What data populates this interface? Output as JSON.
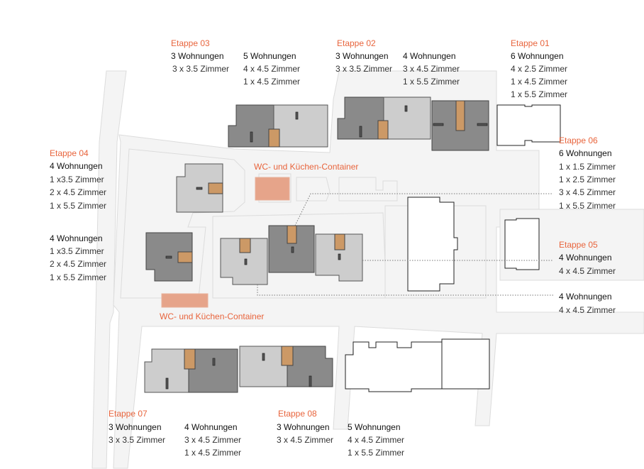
{
  "colors": {
    "accent": "#e8643c",
    "building_dark": "#8a8a8a",
    "building_light": "#cdcdcd",
    "core": "#cc9966",
    "container": "#e6a48a"
  },
  "stages": {
    "e03": {
      "title": "Etappe 03",
      "a": {
        "units": "3 Wohnungen",
        "rooms": [
          "3 x 3.5 Zimmer"
        ]
      },
      "b": {
        "units": "5 Wohnungen",
        "rooms": [
          "4 x 4.5 Zimmer",
          "1 x 4.5 Zimmer"
        ]
      }
    },
    "e02": {
      "title": "Etappe 02",
      "a": {
        "units": "3 Wohnungen",
        "rooms": [
          "3 x 3.5 Zimmer"
        ]
      },
      "b": {
        "units": "4 Wohnungen",
        "rooms": [
          "3 x 4.5 Zimmer",
          "1 x 5.5 Zimmer"
        ]
      }
    },
    "e01": {
      "title": "Etappe 01",
      "a": {
        "units": "6 Wohnungen",
        "rooms": [
          "4 x 2.5 Zimmer",
          "1 x 4.5 Zimmer",
          "1 x 5.5 Zimmer"
        ]
      }
    },
    "e06": {
      "title": "Etappe 06",
      "a": {
        "units": "6 Wohnungen",
        "rooms": [
          "1 x 1.5 Zimmer",
          "1 x 2.5 Zimmer",
          "3 x 4.5 Zimmer",
          "1 x 5.5 Zimmer"
        ]
      }
    },
    "e04": {
      "title": "Etappe 04",
      "a": {
        "units": "4 Wohnungen",
        "rooms": [
          "1 x3.5 Zimmer",
          "2 x 4.5 Zimmer",
          "1 x 5.5 Zimmer"
        ]
      },
      "b": {
        "units": "4 Wohnungen",
        "rooms": [
          "1 x3.5 Zimmer",
          "2 x 4.5 Zimmer",
          "1 x 5.5 Zimmer"
        ]
      }
    },
    "e05": {
      "title": "Etappe 05",
      "a": {
        "units": "4 Wohnungen",
        "rooms": [
          "4 x 4.5 Zimmer"
        ]
      },
      "b": {
        "units": "4 Wohnungen",
        "rooms": [
          "4 x 4.5 Zimmer"
        ]
      }
    },
    "e07": {
      "title": "Etappe 07",
      "a": {
        "units": "3 Wohnungen",
        "rooms": [
          "3 x 3.5 Zimmer"
        ]
      },
      "b": {
        "units": "4 Wohnungen",
        "rooms": [
          "3 x 4.5 Zimmer",
          "1 x 4.5 Zimmer"
        ]
      }
    },
    "e08": {
      "title": "Etappe 08",
      "a": {
        "units": "3 Wohnungen",
        "rooms": [
          "3 x 4.5 Zimmer"
        ]
      },
      "b": {
        "units": "5 Wohnungen",
        "rooms": [
          "4 x 4.5 Zimmer",
          "1 x 5.5 Zimmer"
        ]
      }
    }
  },
  "containers": {
    "top": "WC- und Küchen-Container",
    "bottom": "WC- und Küchen-Container"
  }
}
